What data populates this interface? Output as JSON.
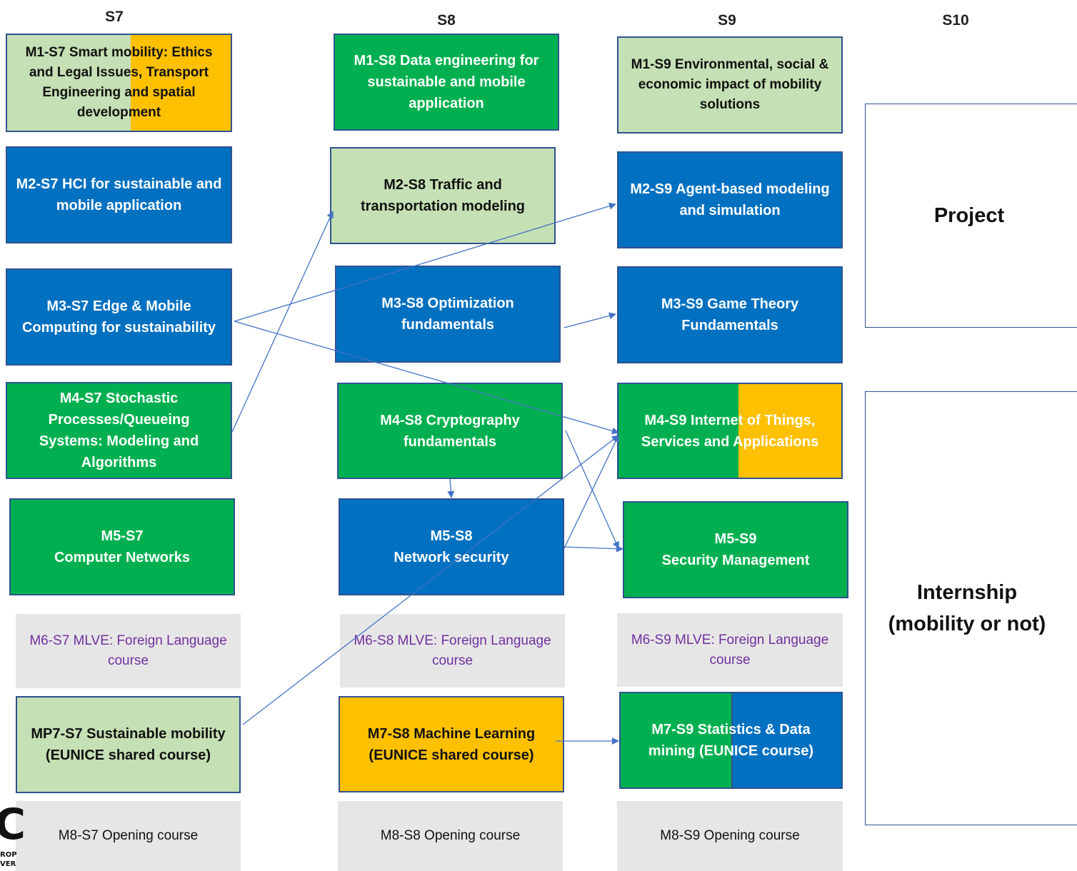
{
  "semesters": {
    "s7": "S7",
    "s8": "S8",
    "s9": "S9",
    "s10": "S10"
  },
  "s7": {
    "m1": "M1-S7 Smart mobility: Ethics and Legal Issues, Transport Engineering and spatial development",
    "m2": "M2-S7 HCI for sustainable and mobile application",
    "m3": "M3-S7 Edge & Mobile Computing for sustainability",
    "m4": "M4-S7 Stochastic Processes/Queueing Systems: Modeling and Algorithms",
    "m5": "M5-S7\nComputer Networks",
    "m6": "M6-S7 MLVE: Foreign Language course",
    "m7": "MP7-S7 Sustainable mobility (EUNICE shared course)",
    "m8": "M8-S7 Opening course"
  },
  "s8": {
    "m1": "M1-S8 Data engineering for sustainable and mobile application",
    "m2": "M2-S8 Traffic and transportation modeling",
    "m3": "M3-S8 Optimization fundamentals",
    "m4": "M4-S8 Cryptography fundamentals",
    "m5": "M5-S8\nNetwork security",
    "m6": "M6-S8 MLVE: Foreign Language course",
    "m7": "M7-S8 Machine Learning (EUNICE shared course)",
    "m8": "M8-S8 Opening course"
  },
  "s9": {
    "m1": "M1-S9 Environmental, social & economic impact of mobility solutions",
    "m2": "M2-S9 Agent-based modeling and simulation",
    "m3": "M3-S9 Game Theory Fundamentals",
    "m4": "M4-S9 Internet of Things, Services and Applications",
    "m5": "M5-S9\nSecurity Management",
    "m6": "M6-S9 MLVE: Foreign Language course",
    "m7": "M7-S9 Statistics & Data mining (EUNICE course)",
    "m8": "M8-S9 Opening course"
  },
  "s10": {
    "project": "Project",
    "internship": "Internship\n(mobility or not)"
  },
  "logo": {
    "letter": "C",
    "line1": "ROP",
    "line2": "VER"
  },
  "colors": {
    "blue": "#0070c0",
    "green": "#00b050",
    "light_green": "#c5e0b4",
    "orange": "#ffc000",
    "grey": "#e7e6e6",
    "purple_text": "#7030a0",
    "arrow": "#4472c4"
  },
  "links": [
    [
      "M4-S7",
      "M2-S8"
    ],
    [
      "M3-S7",
      "M2-S9"
    ],
    [
      "M3-S7",
      "M4-S9"
    ],
    [
      "M3-S8",
      "M3-S9"
    ],
    [
      "M4-S8",
      "M5-S8"
    ],
    [
      "M4-S8",
      "M5-S9"
    ],
    [
      "M5-S8",
      "M4-S9"
    ],
    [
      "M5-S8",
      "M5-S9"
    ],
    [
      "MP7-S7",
      "M4-S9"
    ],
    [
      "M7-S8",
      "M7-S9"
    ]
  ]
}
